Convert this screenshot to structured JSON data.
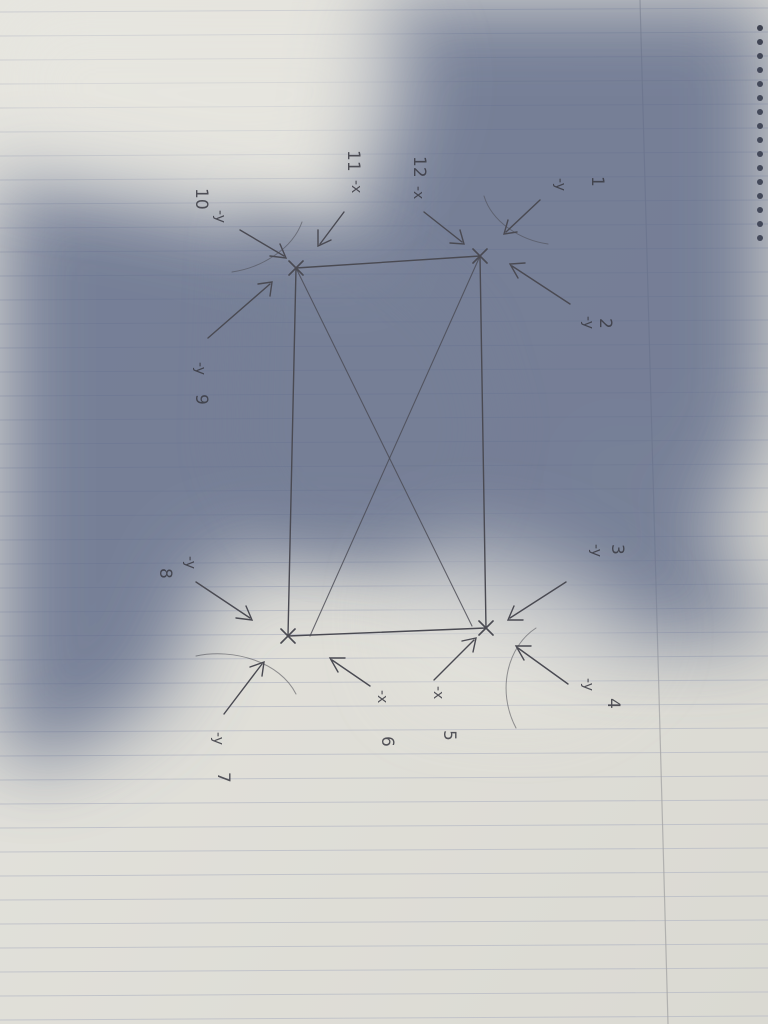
{
  "photo": {
    "subject": "notebook-page-sketch",
    "paper_color": "#e9e8e2",
    "shadow_color": "#6b7590",
    "ink_color": "#3a3a42",
    "line_color": "#b9bcc6",
    "margin_color": "#b0b0b0"
  },
  "annotations": {
    "a1": {
      "num": "1",
      "axis": "-y"
    },
    "a2": {
      "num": "2",
      "axis": "-y"
    },
    "a3": {
      "num": "3",
      "axis": "-y"
    },
    "a4": {
      "num": "4",
      "axis": "-y"
    },
    "a5": {
      "num": "5",
      "axis": "-x"
    },
    "a6": {
      "num": "6",
      "axis": "-x"
    },
    "a7": {
      "num": "7",
      "axis": "-y"
    },
    "a8": {
      "num": "8",
      "axis": "-y"
    },
    "a9": {
      "num": "9",
      "axis": "-y"
    },
    "a10": {
      "num": "10",
      "axis": "-y"
    },
    "a11": {
      "num": "11",
      "axis": "-x"
    },
    "a12": {
      "num": "12",
      "axis": "-x"
    }
  }
}
